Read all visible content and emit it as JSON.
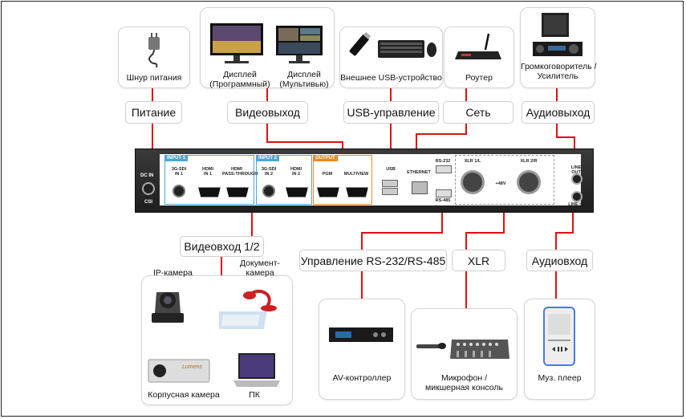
{
  "sources": {
    "power_cord": "Шнур питания",
    "display_program": "Дисплей\n(Программный)",
    "display_multiview": "Дисплей\n(Мультивью)",
    "usb_device": "Внешнее USB-устройство",
    "router": "Роутер",
    "speaker": "Громкоговоритель /\nУсилитель"
  },
  "labels": {
    "power": "Питание",
    "video_out": "Видеовыход",
    "usb_control": "USB-управление",
    "network": "Сеть",
    "audio_out": "Аудиовыход",
    "video_in": "Видеовход 1/2",
    "rs_control": "Управление RS-232/RS-485",
    "xlr": "XLR",
    "audio_in": "Аудиовход"
  },
  "devices": {
    "ip_camera": "IP-камера",
    "doc_camera": "Документ-\nкамера",
    "box_camera": "Корпусная камера",
    "pc": "ПК",
    "av_controller": "AV-контроллер",
    "mic_mixer": "Микрофон /\nмикшерная консоль",
    "music_player": "Муз. плеер"
  },
  "panel": {
    "dc_in": "DC IN",
    "input1": "INPUT 1",
    "input2": "INPUT 2",
    "output": "OUTPUT",
    "sdi1": "3G-SDI\nIN 1",
    "hdmi1": "HDMI\nIN 1",
    "hdmi_pass": "HDMI\nPASS-THROUGH",
    "sdi2": "3G-SDI\nIN 2",
    "hdmi2": "HDMI\nIN 2",
    "pgm": "PGM",
    "multiview": "MULTIVIEW",
    "usb": "USB",
    "ethernet": "ETHERNET",
    "rs232": "RS-232",
    "rs485": "RS-485",
    "xlr1": "XLR 1/L",
    "xlr2": "XLR 2/R",
    "p48a": "+48V",
    "p48b": "+48V",
    "line_out": "LINE OUT",
    "line_in": "LINE IN",
    "csi": "CSI"
  },
  "brand_on_camera": "Lumens",
  "colors": {
    "connector_line": "#dd1111",
    "input_accent": "#4aa8d8",
    "output_accent": "#f08a1c"
  }
}
